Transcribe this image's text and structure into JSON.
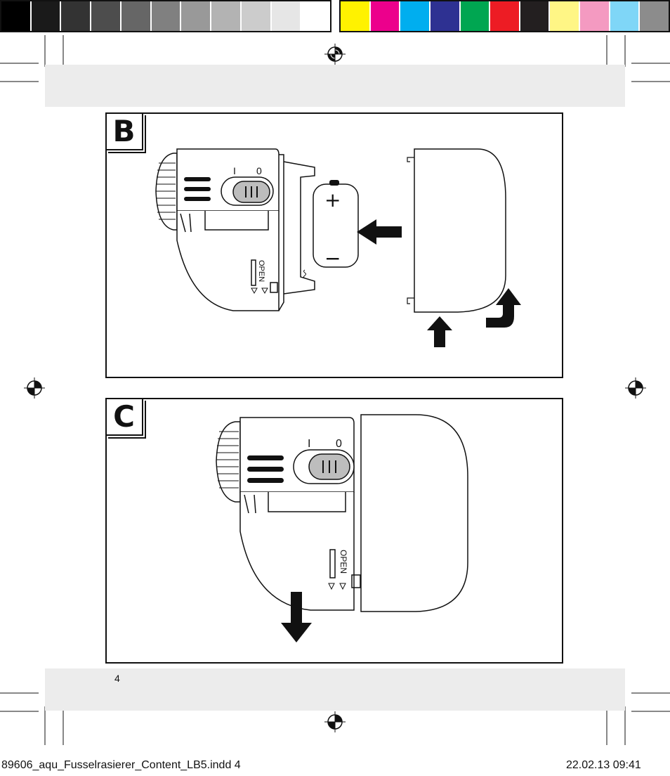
{
  "color_bar": {
    "grays": [
      "#000000",
      "#1a1a1a",
      "#333333",
      "#4d4d4d",
      "#666666",
      "#808080",
      "#999999",
      "#b3b3b3",
      "#cccccc",
      "#e6e6e6",
      "#ffffff"
    ],
    "colors": [
      "#fff200",
      "#ec008c",
      "#00aeef",
      "#2e3192",
      "#00a651",
      "#ed1c24",
      "#231f20",
      "#fff685",
      "#f49ac1",
      "#7fd6f7",
      "#8c8c8c"
    ]
  },
  "figure_b": {
    "label": "B",
    "switch_mark_on": "I",
    "switch_mark_off": "0",
    "open_label": "OPEN",
    "battery_plus": "+",
    "battery_minus": "−"
  },
  "figure_c": {
    "label": "C",
    "switch_mark_on": "I",
    "switch_mark_off": "0",
    "open_label": "OPEN"
  },
  "page_number": "4",
  "footer": {
    "filename": "89606_aqu_Fusselrasierer_Content_LB5.indd   4",
    "datetime": "22.02.13   09:41"
  },
  "icons": [
    "registration-mark-icon",
    "arrow-left-icon",
    "arrow-up-icon",
    "arrow-curved-up-icon",
    "arrow-down-icon"
  ]
}
